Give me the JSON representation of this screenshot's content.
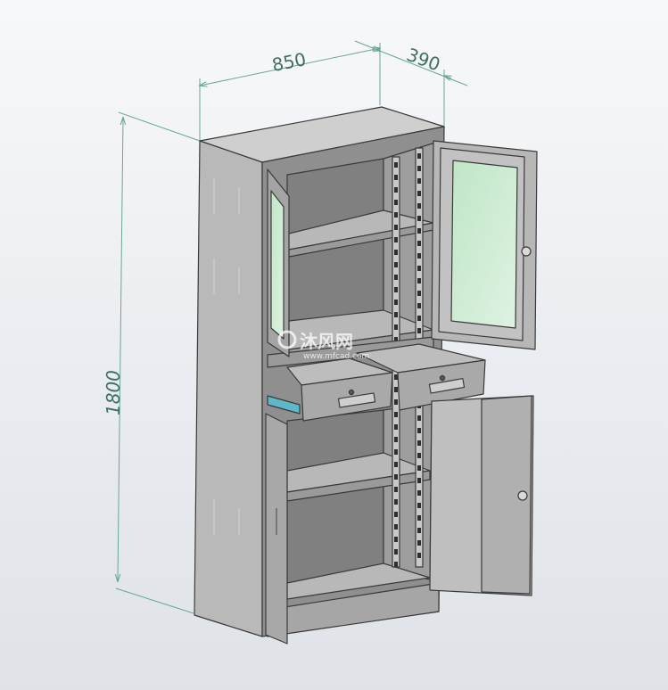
{
  "dimensions": {
    "width_label": "850",
    "depth_label": "390",
    "height_label": "1800"
  },
  "watermark": {
    "title": "沐风网",
    "url": "www.mfcad.com"
  },
  "colors": {
    "dimension_line": "#6aa795",
    "cabinet_body": "#b4b4b4",
    "cabinet_dark": "#6f6f6f",
    "glass": "#c8e8cc",
    "rail": "#5fb8c9"
  }
}
